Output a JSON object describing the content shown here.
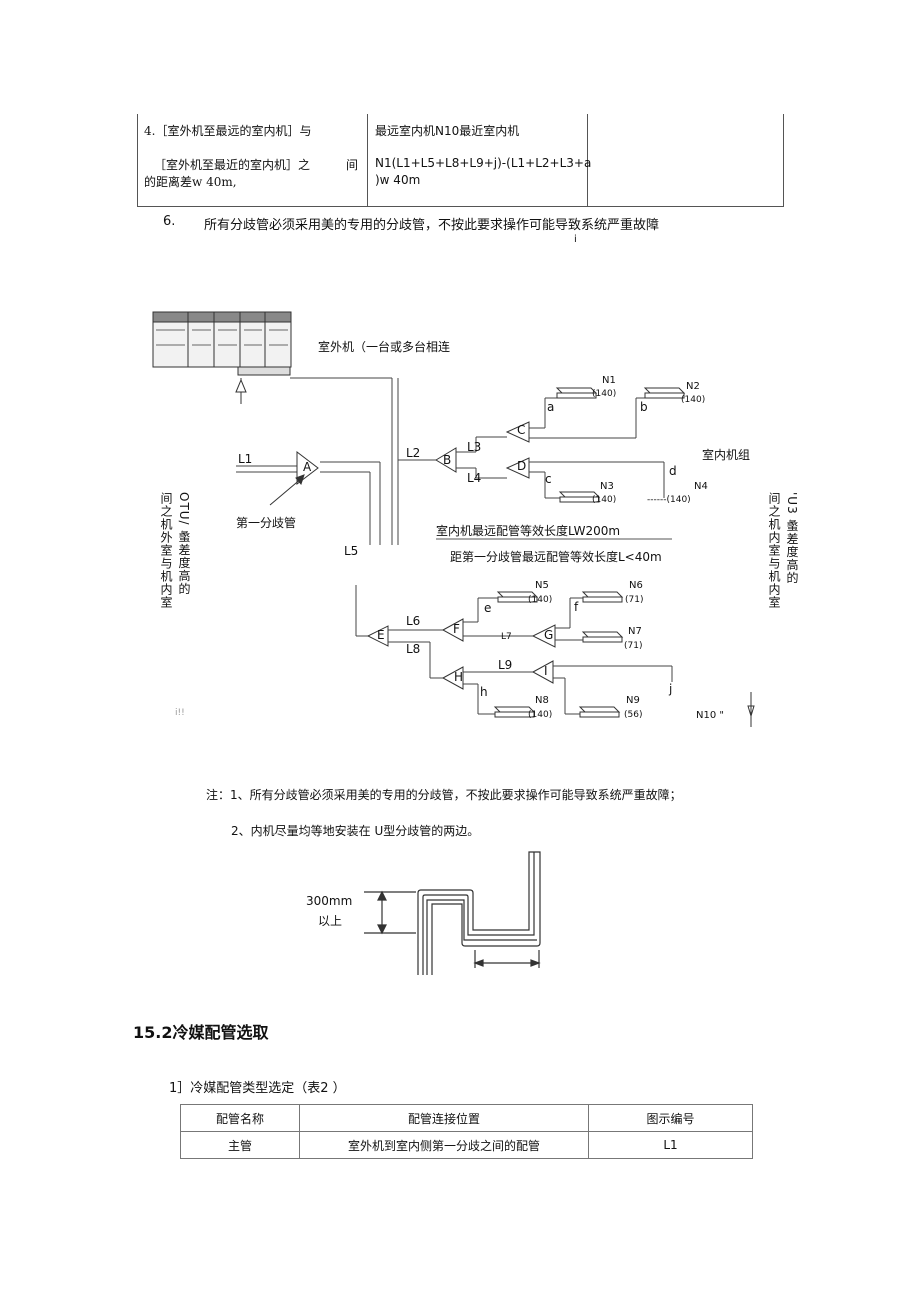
{
  "top_table": {
    "col1_line1": "4.［室外机至最远的室内机］与",
    "col1_line2_left": "［室外机至最近的室内机］之",
    "col1_line2_right": "间",
    "col1_line3": "的距离差w 40m,",
    "col2_line1": "最远室内机N10最近室内机",
    "col2_line2": "N1(L1+L5+L8+L9+j)-(L1+L2+L3+a",
    "col2_line3": ")w 40m"
  },
  "item6": {
    "number": "6.",
    "text": "所有分歧管必须采用美的专用的分歧管，不按此要求操作可能导致系统严重故障",
    "stray": "i"
  },
  "diagram": {
    "outdoor_label": "室外机（一台或多台相连",
    "indoor_group_label": "室内机组",
    "first_branch_label": "第一分歧管",
    "left_vertical_text_1": "OTU/ 䗍差度高的",
    "left_vertical_text_2": "间之机外室与机内室",
    "right_vertical_text_1": "'U3 䗍差度高的",
    "right_vertical_text_2": "间之机内室与机内室",
    "note_line_1": "室内机最远配管等效长度LW200m",
    "note_line_2": "距第一分歧管最远配管等效长度L<40m",
    "pipes": [
      "L1",
      "L2",
      "L3",
      "L4",
      "L5",
      "L6",
      "L7",
      "L8",
      "L9"
    ],
    "branches": [
      "A",
      "B",
      "C",
      "D",
      "E",
      "F",
      "G",
      "H",
      "I"
    ],
    "segments": [
      "a",
      "b",
      "c",
      "d",
      "e",
      "f",
      "h",
      "j"
    ],
    "units": [
      {
        "name": "N1",
        "cap": "(140)"
      },
      {
        "name": "N2",
        "cap": "(140)"
      },
      {
        "name": "N3",
        "cap": "(140)"
      },
      {
        "name": "N4",
        "cap": "------(140)"
      },
      {
        "name": "N5",
        "cap": "(140)"
      },
      {
        "name": "N6",
        "cap": "(71)"
      },
      {
        "name": "N7",
        "cap": "(71)"
      },
      {
        "name": "N8",
        "cap": "(140)"
      },
      {
        "name": "N9",
        "cap": "(56)"
      },
      {
        "name": "N10 \"",
        "cap": ""
      }
    ],
    "stray_mark": "i!!"
  },
  "notes": {
    "note1": "注：1、所有分歧管必须采用美的专用的分歧管，不按此要求操作可能导致系统严重故障；",
    "note2": "2、内机尽量均等地安装在  U型分歧管的两边。"
  },
  "u_pipe": {
    "label_1": "300mm",
    "label_2": "以上"
  },
  "section": {
    "heading": "15.2冷媒配管选取",
    "subheading": "1］冷媒配管类型选定（表2 ）"
  },
  "table2": {
    "headers": [
      "配管名称",
      "配管连接位置",
      "图示编号"
    ],
    "rows": [
      [
        "主管",
        "室外机到室内侧第一分歧之间的配管",
        "L1"
      ]
    ]
  }
}
